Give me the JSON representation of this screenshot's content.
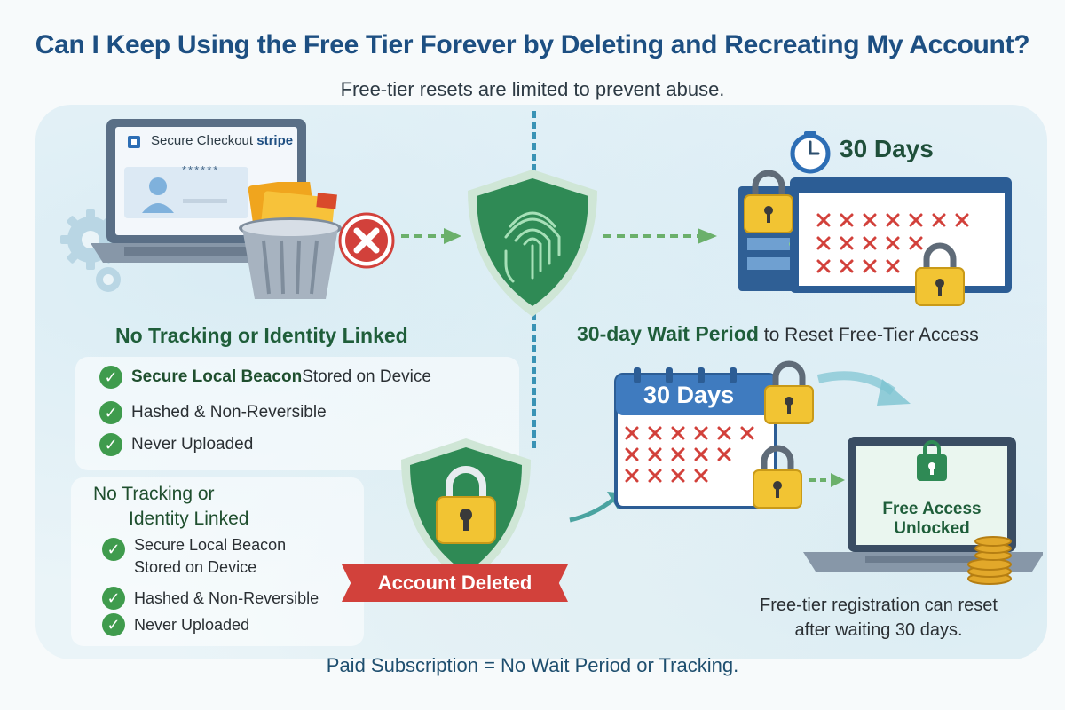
{
  "title": "Can I Keep Using the Free Tier Forever by Deleting and Recreating My Account?",
  "subtitle": "Free-tier resets are limited to prevent abuse.",
  "checkout": {
    "label": "Secure Checkout",
    "brand": "stripe",
    "masked": "******"
  },
  "left_top": {
    "heading": "No Tracking or Identity Linked",
    "items": [
      {
        "bold": "Secure Local Beacon",
        "rest": " Stored on Device"
      },
      {
        "bold": "",
        "rest": "Hashed & Non-Reversible"
      },
      {
        "bold": "",
        "rest": "Never Uploaded"
      }
    ]
  },
  "left_bottom": {
    "heading_line1": "No Tracking or",
    "heading_line2": "Identity Linked",
    "items": [
      {
        "line1": "Secure Local Beacon",
        "line2": "Stored on Device"
      },
      {
        "line1": "Hashed & Non-Reversible",
        "line2": ""
      },
      {
        "line1": "Never Uploaded",
        "line2": ""
      }
    ]
  },
  "timer": {
    "days_top": "30 Days",
    "days_bottom": "30 Days"
  },
  "wait_period": {
    "bold": "30-day Wait Period",
    "rest": " to Reset Free-Tier Access"
  },
  "ribbon": "Account Deleted",
  "free_access": {
    "line1": "Free Access",
    "line2": "Unlocked"
  },
  "caption_right": {
    "line1": "Free-tier registration can reset",
    "line2": "after waiting 30 days."
  },
  "bottom_line": "Paid Subscription = No Wait Period or Tracking.",
  "colors": {
    "title": "#1d4f82",
    "green": "#3f9b4d",
    "red": "#d2413b",
    "accent_blue": "#3a93b5",
    "lock_gold": "#f2c433"
  },
  "icons": [
    "gear-icon",
    "laptop-icon",
    "trash-icon",
    "close-icon",
    "shield-fingerprint-icon",
    "clock-icon",
    "calendar-icon",
    "lock-icon",
    "shield-lock-icon",
    "coins-icon",
    "check-icon",
    "arrow-icon"
  ]
}
